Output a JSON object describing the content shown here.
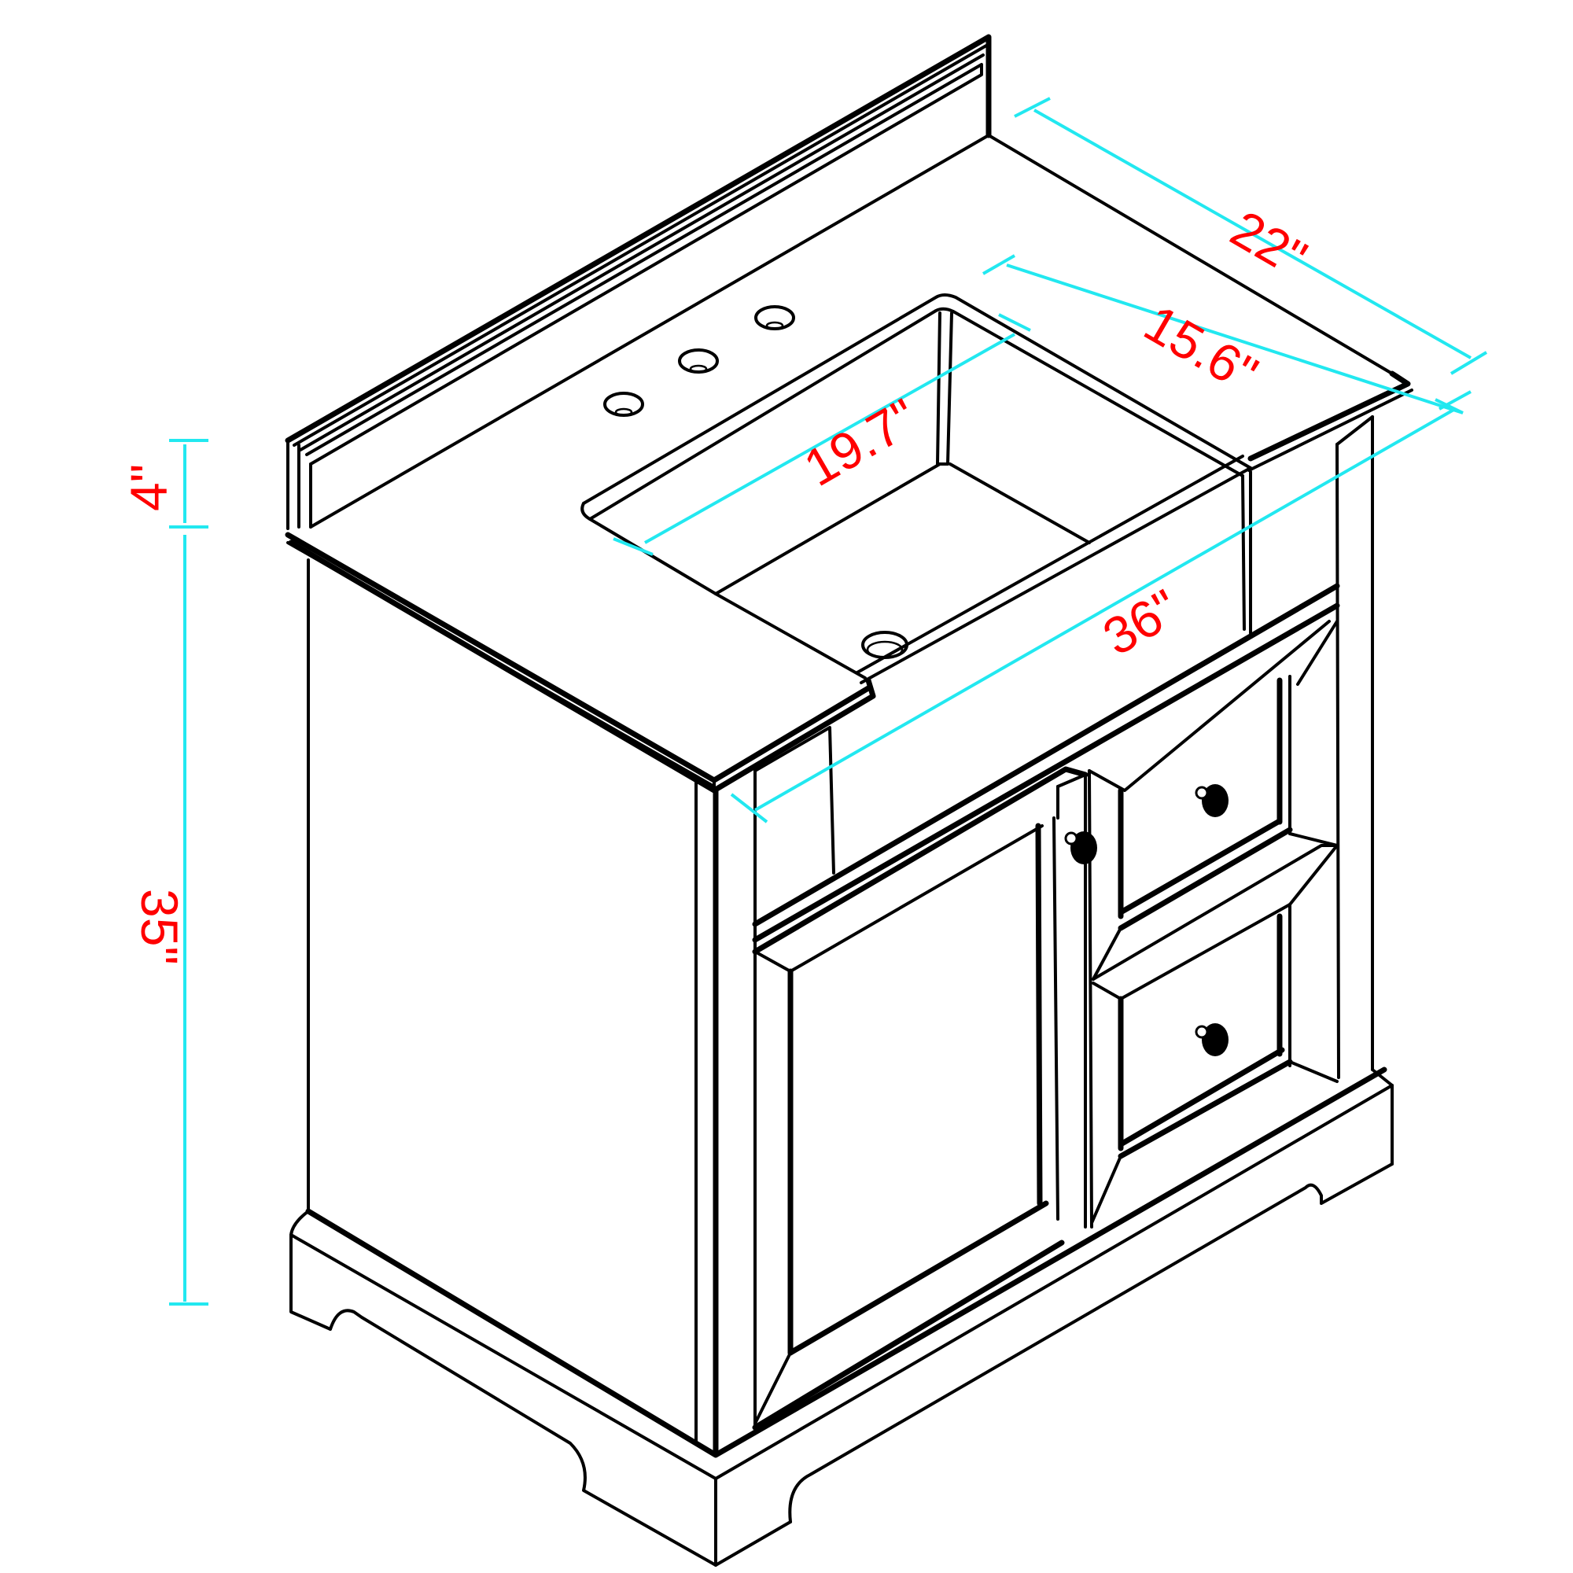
{
  "drawing": {
    "subject": "Single-sink bathroom vanity with backsplash, one door and two drawers",
    "line_color": "#000000",
    "dimension_line_color": "#22e8f0",
    "label_color": "#ff0000"
  },
  "dimensions": {
    "depth": {
      "label": "22\"",
      "value": 22,
      "unit": "in"
    },
    "sink_depth": {
      "label": "15.6\"",
      "value": 15.6,
      "unit": "in"
    },
    "sink_width": {
      "label": "19.7\"",
      "value": 19.7,
      "unit": "in"
    },
    "width": {
      "label": "36\"",
      "value": 36,
      "unit": "in"
    },
    "backsplash_height": {
      "label": "4\"",
      "value": 4,
      "unit": "in"
    },
    "cabinet_height": {
      "label": "35\"",
      "value": 35,
      "unit": "in"
    }
  },
  "features": {
    "faucet_holes": 3,
    "doors": 1,
    "drawers": 2,
    "knobs": 3
  }
}
